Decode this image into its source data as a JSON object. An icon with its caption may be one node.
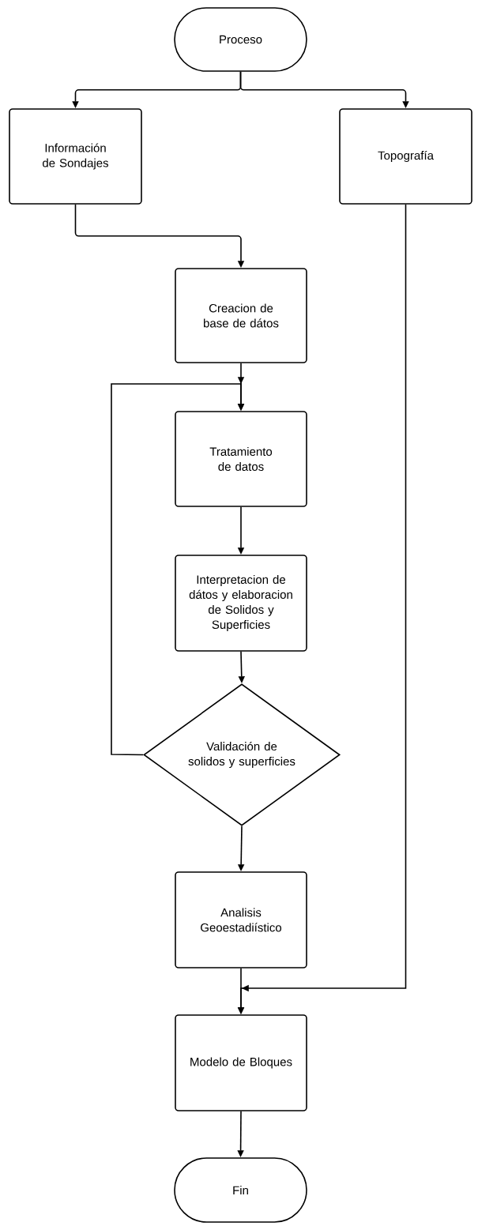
{
  "diagram": {
    "nodes": [
      {
        "text": [
          "Proceso"
        ]
      },
      {
        "text": [
          "Información de Sondajes"
        ]
      },
      {
        "text": [
          "Topografía"
        ]
      },
      {
        "text": [
          "Creacion de base de dátos"
        ]
      },
      {
        "text": [
          "Tratamiento de datos"
        ]
      },
      {
        "text": [
          "Interpretacion de dátos y elaboracion de Solidos y Superficies"
        ]
      },
      {
        "text": [
          "Validación de solidos y superficies"
        ]
      },
      {
        "text": [
          "Analisis Geoestadiístico"
        ]
      },
      {
        "text": [
          "Modelo de Bloques"
        ]
      },
      {
        "text": [
          "Fin"
        ]
      }
    ],
    "edges": [
      {
        "from": 0,
        "to": 1,
        "arrow": "to"
      },
      {
        "from": 0,
        "to": 2,
        "arrow": "to"
      },
      {
        "from": 1,
        "to": 3,
        "arrow": "to"
      },
      {
        "from": 3,
        "to": 4,
        "arrow": "to"
      },
      {
        "from": 4,
        "to": 5,
        "arrow": "to"
      },
      {
        "from": 5,
        "to": 6,
        "arrow": "to"
      },
      {
        "from": 6,
        "to": 4,
        "arrow": "to"
      },
      {
        "from": 6,
        "to": 7,
        "arrow": "to"
      },
      {
        "from": 7,
        "to": 8,
        "arrow": "to"
      },
      {
        "from": 2,
        "to": 8,
        "arrow": "to"
      },
      {
        "from": 8,
        "to": 9,
        "arrow": "to"
      }
    ]
  }
}
